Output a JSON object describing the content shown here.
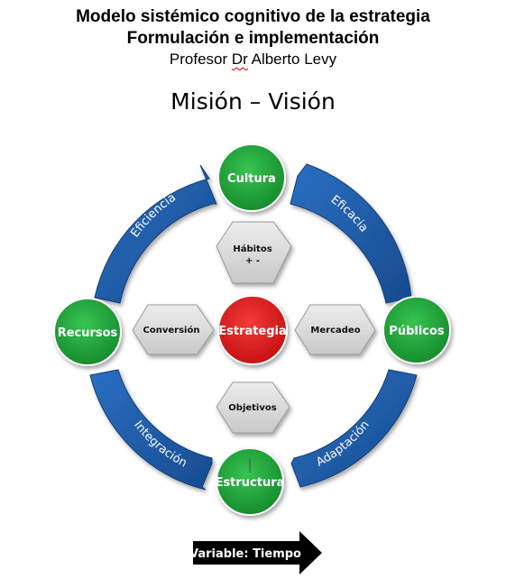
{
  "header": {
    "title_line1": "Modelo sistémico cognitivo de la estrategia",
    "title_line2": "Formulación e implementación",
    "author_prefix": "Profesor ",
    "author_dr": "Dr",
    "author_name": " Alberto Levy"
  },
  "diagram": {
    "top_label": "Misión – Visión",
    "nodes": {
      "top": "Cultura",
      "left": "Recursos",
      "right": "Públicos",
      "bottom": "Estructura",
      "center": "Estrategia"
    },
    "hexagons": {
      "top_line1": "Hábitos",
      "top_line2": "+ -",
      "left": "Conversión",
      "right": "Mercadeo",
      "bottom": "Objetivos"
    },
    "arcs": {
      "top_left": "Eficiencia",
      "top_right": "Eficacia",
      "bottom_left": "Integración",
      "bottom_right": "Adaptación"
    },
    "footer_arrow": "Variable: Tiempo",
    "colors": {
      "green": "#1fa33a",
      "red": "#e02020",
      "blue": "#1f5fae",
      "hex_gray": "#d9d9d9",
      "arrow_black": "#000000"
    }
  }
}
